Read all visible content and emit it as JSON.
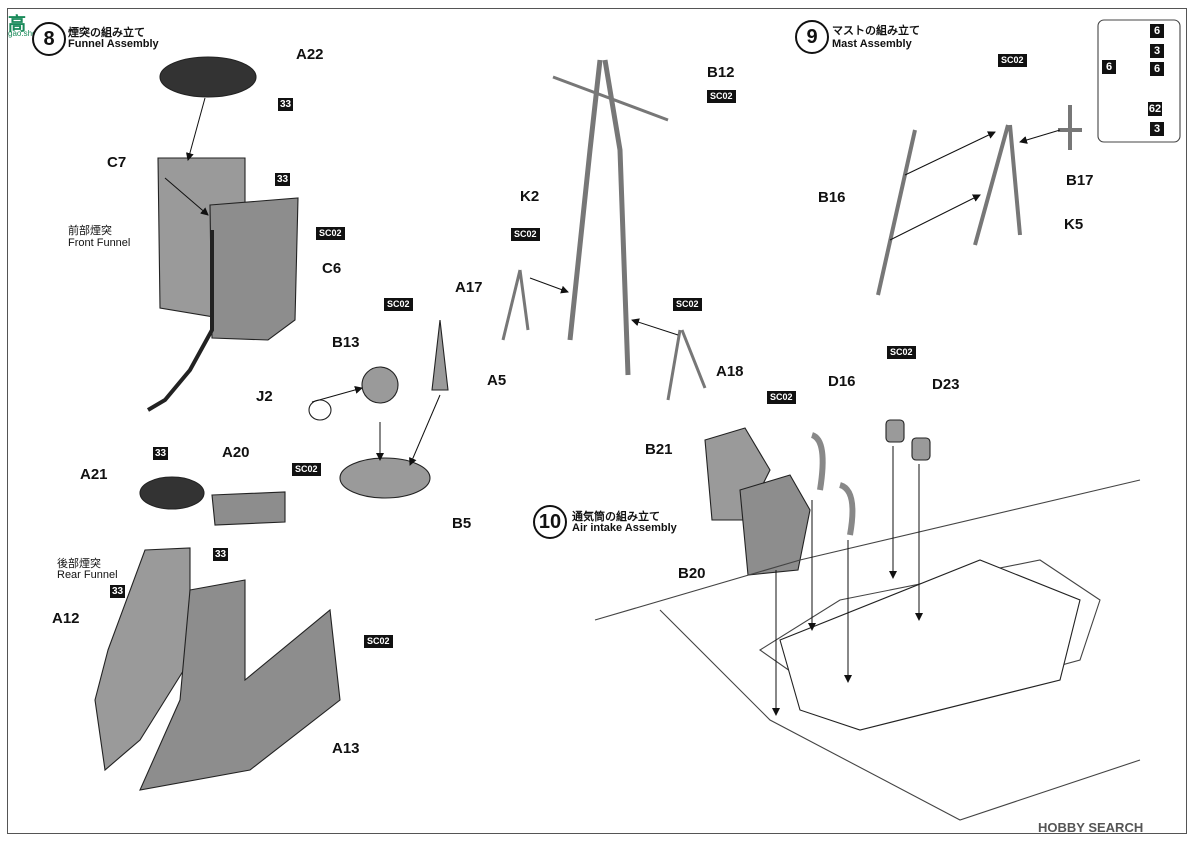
{
  "watermark": {
    "top_left": "高",
    "top_left_url": "gao.shou.com",
    "bottom_right": "HOBBY SEARCH"
  },
  "steps": [
    {
      "number": "8",
      "title_jp": "煙突の組み立て",
      "title_en": "Funnel Assembly"
    },
    {
      "number": "9",
      "title_jp": "マストの組み立て",
      "title_en": "Mast Assembly"
    },
    {
      "number": "10",
      "title_jp": "通気筒の組み立て",
      "title_en": "Air intake Assembly"
    }
  ],
  "sublabels": {
    "front_funnel_jp": "前部煙突",
    "front_funnel_en": "Front Funnel",
    "rear_funnel_jp": "後部煙突",
    "rear_funnel_en": "Rear Funnel"
  },
  "parts": {
    "a22": "A22",
    "c7": "C7",
    "c6": "C6",
    "b13": "B13",
    "j2": "J2",
    "a5": "A5",
    "b5": "B5",
    "a21": "A21",
    "a20": "A20",
    "a12": "A12",
    "a13": "A13",
    "b12": "B12",
    "k2": "K2",
    "a17": "A17",
    "a18": "A18",
    "b16": "B16",
    "b17": "B17",
    "k5": "K5",
    "b21": "B21",
    "b20": "B20",
    "d16": "D16",
    "d23": "D23"
  },
  "paint": {
    "sc02": "SC02",
    "n33": "33"
  },
  "inset": {
    "n1": "6",
    "n2": "3",
    "n3": "6",
    "n4": "6",
    "n5": "62",
    "n6": "3"
  }
}
